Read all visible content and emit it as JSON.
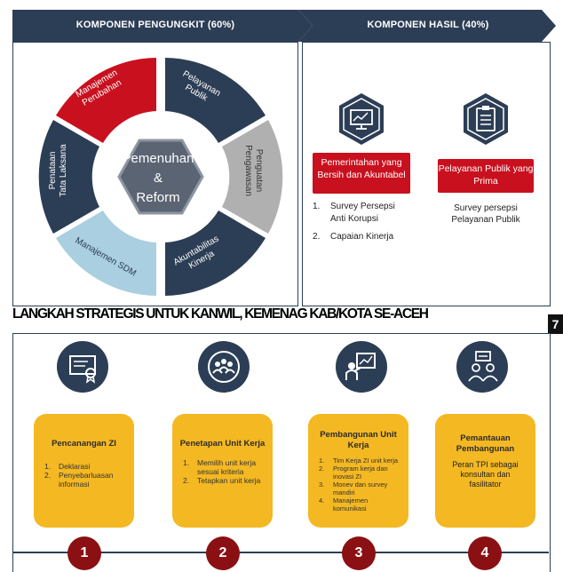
{
  "banners": {
    "left": "KOMPONEN PENGUNGKIT (60%)",
    "right": "KOMPONEN HASIL (40%)"
  },
  "colors": {
    "navy": "#2c3e55",
    "red": "#c9101e",
    "darkred": "#8a1014",
    "grey": "#b0b0b0",
    "lightblue": "#a9cfe0",
    "yellow": "#f4b822",
    "hex": "#5b6472"
  },
  "wheel": {
    "center": [
      "Pemenuhan",
      "&",
      "Reform"
    ],
    "sectors": [
      {
        "label": "Pelayanan\nPublik"
      },
      {
        "label": "Penguatan\nPengawasan"
      },
      {
        "label": "Akuntabilitas\nKinerja"
      },
      {
        "label": "Manajemen SDM"
      },
      {
        "label": "Penataan\nTata Laksana"
      },
      {
        "label": "Manajemen\nPerubahan"
      }
    ]
  },
  "hasil": {
    "left": {
      "icon": "monitor-chart-icon",
      "title": "Pemerintahan yang Bersih dan Akuntabel",
      "items": [
        {
          "n": "1.",
          "text": "Survey   Persepsi"
        },
        {
          "n": "",
          "text": "Anti Korupsi"
        },
        {
          "n": "2.",
          "text": "Capaian Kinerja"
        }
      ]
    },
    "right": {
      "icon": "clipboard-checklist-icon",
      "title": "Pelayanan Publik yang Prima",
      "desc": "Survey persepsi Pelayanan Publik"
    }
  },
  "heading": "LANGKAH STRATEGIS UNTUK KANWIL, KEMENAG KAB/KOTA SE-ACEH",
  "page_tag": "7",
  "steps": [
    {
      "icon": "certificate-icon",
      "title": "Pencanangan ZI",
      "items": [
        {
          "n": "1.",
          "text": "Deklarasi"
        },
        {
          "n": "2.",
          "text": "Penyebarluasan informasi"
        }
      ],
      "number": "1"
    },
    {
      "icon": "team-target-icon",
      "title": "Penetapan Unit Kerja",
      "items": [
        {
          "n": "1.",
          "text": "Memilih unit kerja sesuai kriteria"
        },
        {
          "n": "2.",
          "text": "Tetapkan unit kerja"
        }
      ],
      "number": "2"
    },
    {
      "icon": "presentation-icon",
      "title": "Pembangunan Unit Kerja",
      "items": [
        {
          "n": "1.",
          "text": "Tim Kerja ZI unit kerja"
        },
        {
          "n": "2.",
          "text": "Program kerja dan inovasi ZI"
        },
        {
          "n": "3.",
          "text": "Monev dan survey mandiri"
        },
        {
          "n": "4.",
          "text": "Manajemen komunikasi"
        }
      ],
      "number": "3"
    },
    {
      "icon": "consultants-icon",
      "title": "Pemantauan Pembangunan",
      "desc": "Peran TPI sebagai konsultan dan fasilitator",
      "number": "4"
    }
  ]
}
